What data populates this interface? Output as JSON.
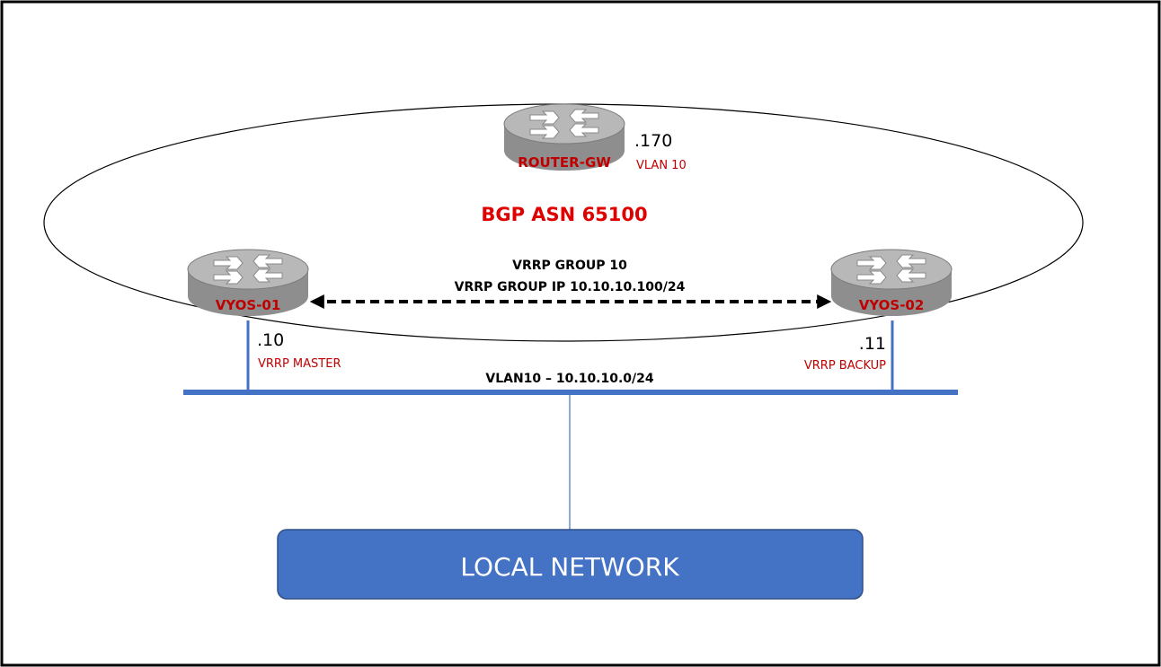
{
  "colors": {
    "accent_red": "#c00000",
    "bgp_red": "#e00000",
    "line_blue": "#4472c4",
    "box_blue": "#4472c4",
    "router_body": "#8e8e8e",
    "router_top": "#b8b8b8"
  },
  "bgp": {
    "label": "BGP ASN 65100"
  },
  "vrrp": {
    "group": "VRRP GROUP 10",
    "group_ip": "VRRP GROUP IP 10.10.10.100/24"
  },
  "lan": {
    "label": "VLAN10 – 10.10.10.0/24"
  },
  "local_network": {
    "label": "LOCAL NETWORK"
  },
  "routers": {
    "gw": {
      "name": "ROUTER-GW",
      "address": ".170",
      "note": "VLAN 10",
      "icon": "router-icon"
    },
    "r1": {
      "name": "VYOS-01",
      "address": ".10",
      "role": "VRRP MASTER",
      "icon": "router-icon"
    },
    "r2": {
      "name": "VYOS-02",
      "address": ".11",
      "role": "VRRP BACKUP",
      "icon": "router-icon"
    }
  }
}
